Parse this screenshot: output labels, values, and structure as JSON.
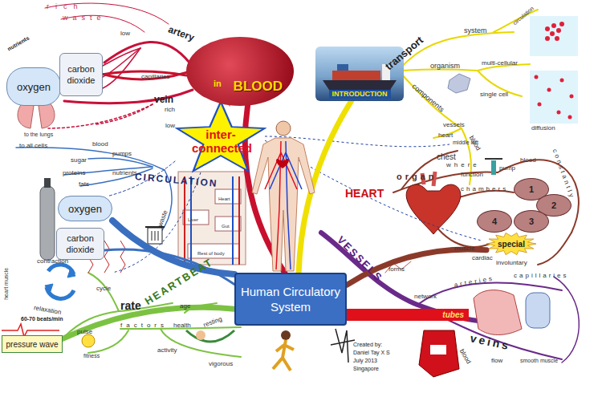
{
  "diagram": {
    "nodes": [
      {
        "text": [
          "Human Circulatory System"
        ]
      },
      {
        "text": [
          "inter-connected"
        ]
      },
      {
        "text": [
          "BLOOD"
        ]
      },
      {
        "text": [
          "INTRODUCTION"
        ]
      },
      {
        "text": [
          "oxygen"
        ]
      },
      {
        "text": [
          "carbon dioxide"
        ]
      },
      {
        "text": [
          "oxygen"
        ]
      },
      {
        "text": [
          "carbon dioxide"
        ]
      },
      {
        "text": [
          "1"
        ]
      },
      {
        "text": [
          "2"
        ]
      },
      {
        "text": [
          "3"
        ]
      },
      {
        "text": [
          "4"
        ]
      },
      {
        "text": [
          "special"
        ]
      },
      {
        "text": [
          "pressure wave"
        ]
      },
      {
        "text": [
          "tubes"
        ]
      }
    ],
    "edges": [
      {
        "from": 0,
        "to": 2,
        "arrow": "none"
      },
      {
        "from": 0,
        "to": 3,
        "arrow": "none"
      },
      {
        "from": 2,
        "to": 5,
        "arrow": "none"
      },
      {
        "from": 2,
        "to": 4,
        "arrow": "none"
      },
      {
        "from": 0,
        "to": 6,
        "arrow": "none"
      },
      {
        "from": 0,
        "to": 7,
        "arrow": "none"
      },
      {
        "from": 0,
        "to": 13,
        "arrow": "none"
      },
      {
        "from": 0,
        "to": 12,
        "arrow": "none"
      },
      {
        "from": 1,
        "to": 2,
        "arrow": "none"
      },
      {
        "from": 1,
        "to": 6,
        "arrow": "none"
      }
    ],
    "labels": [
      "rich",
      "waste",
      "low",
      "nutrients",
      "artery",
      "capillaries",
      "in",
      "vein",
      "rich",
      "low",
      "to the lungs",
      "to all cells",
      "blood",
      "pumps",
      "sugar",
      "proteins",
      "nutrients",
      "fats",
      "CIRCULATION",
      "waste",
      "Heart",
      "Gut",
      "Liver",
      "Rest of body",
      "HEARTBEAT",
      "contraction",
      "relaxation",
      "cycle",
      "heart muscle",
      "rate",
      "60-70 beats/min",
      "pulse",
      "factors",
      "age",
      "health",
      "activity",
      "resting",
      "vigorous",
      "fitness",
      "transport",
      "system",
      "circulation",
      "multi-cellular",
      "organism",
      "single cell",
      "diffusion",
      "components",
      "vessels",
      "heart",
      "blood",
      "middle left",
      "chest",
      "where",
      "HEART",
      "organ",
      "function",
      "pump",
      "blood",
      "constantly",
      "chambers",
      "muscle",
      "cardiac",
      "involuntary",
      "VESSELS",
      "forms",
      "network",
      "arteries",
      "capillaries",
      "veins",
      "blood",
      "flow",
      "smooth muscle",
      "Created by:",
      "Daniel Tay X S",
      "July 2013",
      "Singapore"
    ]
  }
}
